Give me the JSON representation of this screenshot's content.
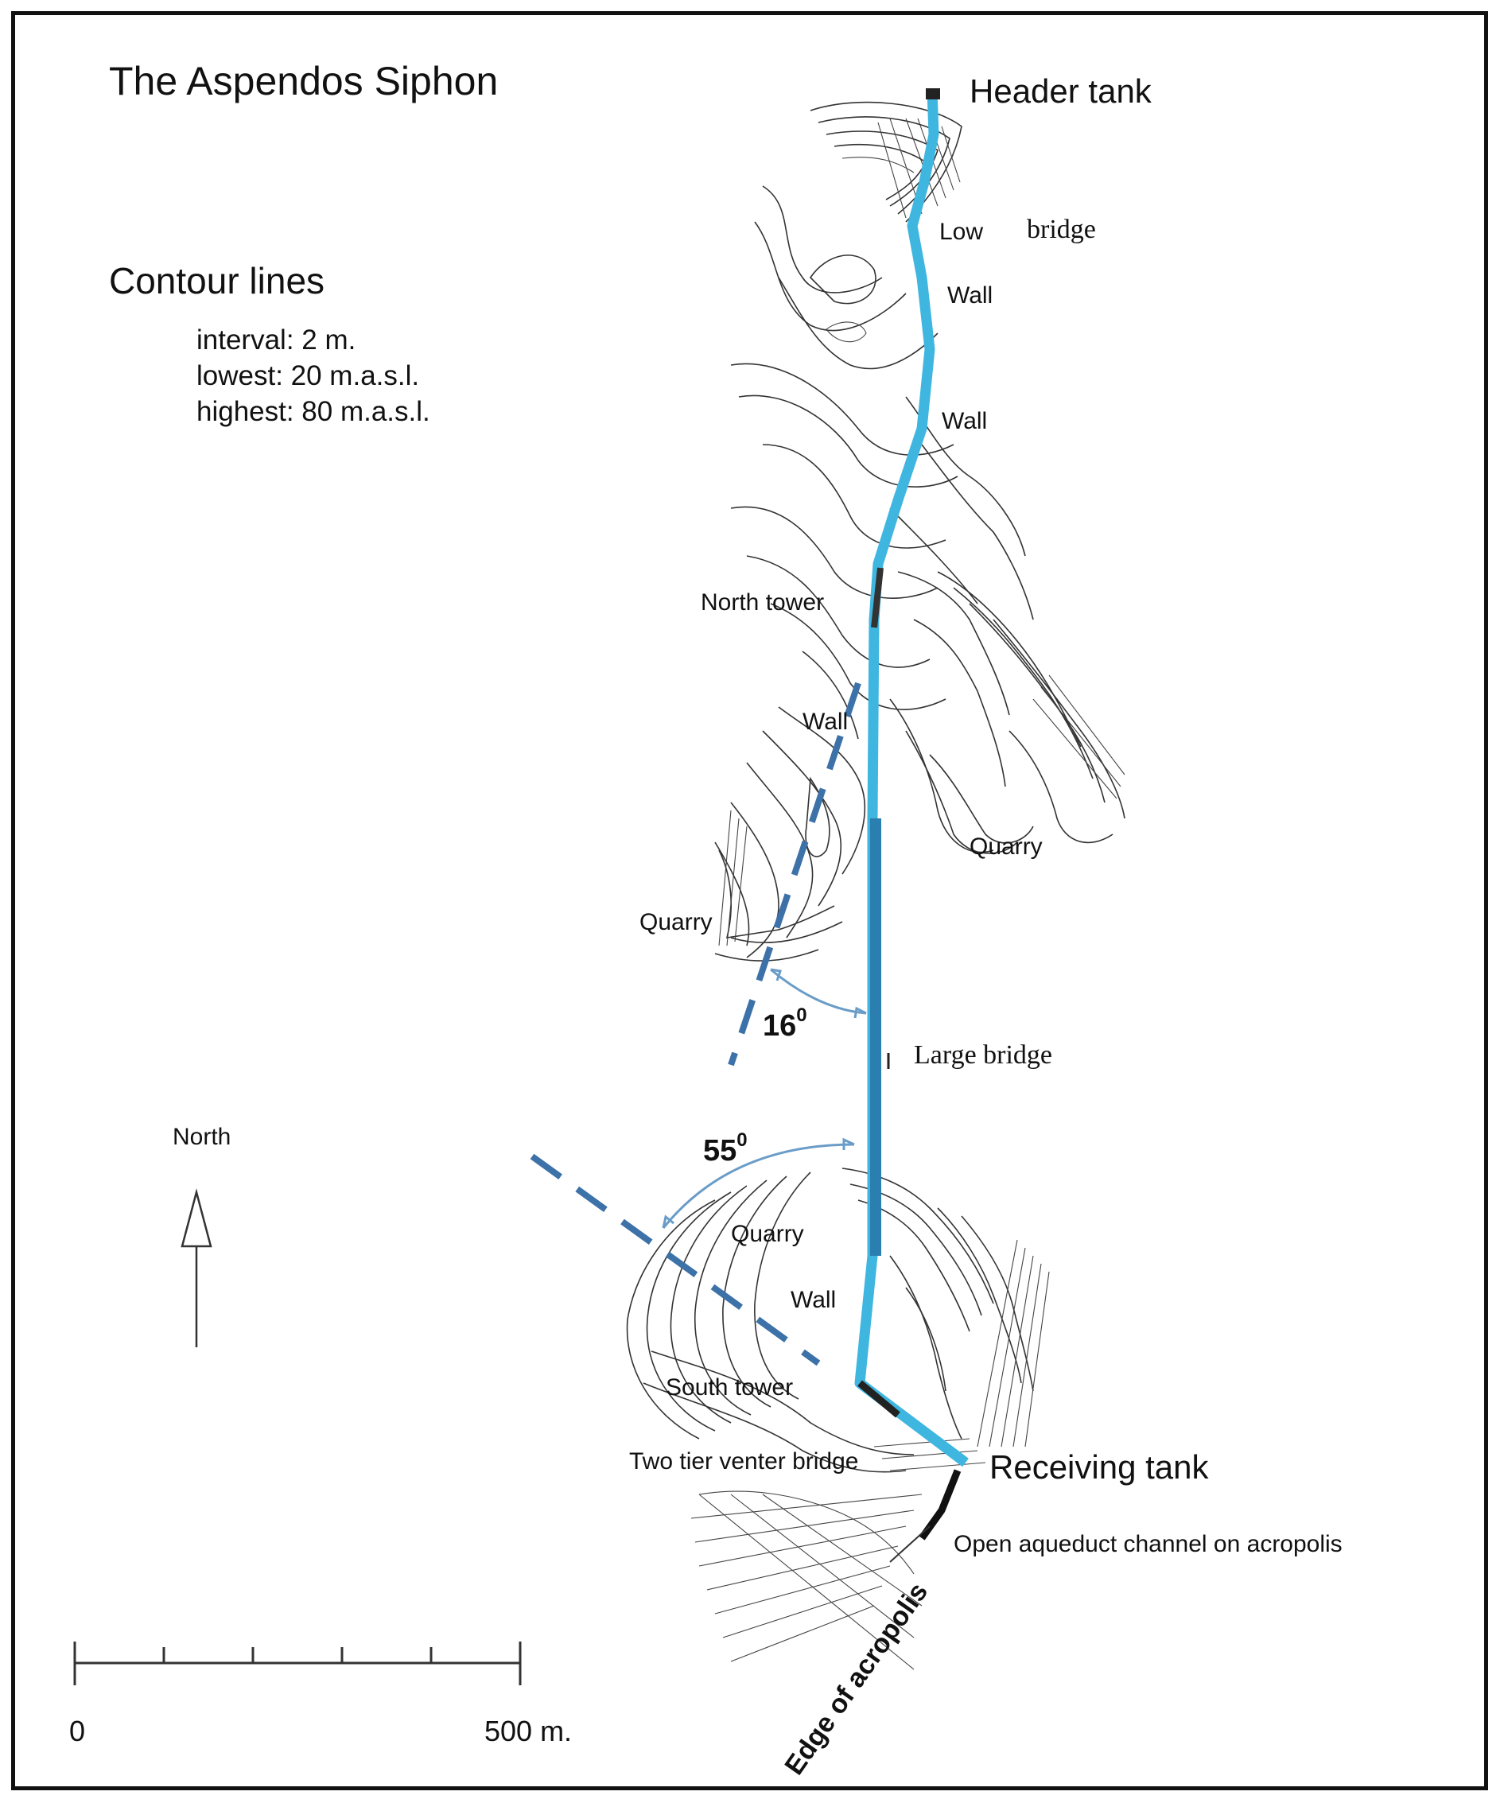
{
  "map": {
    "title": "The Aspendos Siphon",
    "legend": {
      "heading": "Contour lines",
      "interval": "interval: 2 m.",
      "lowest": "lowest:  20 m.a.s.l.",
      "highest": "highest: 80 m.a.s.l."
    },
    "north_label": "North",
    "scale": {
      "start_label": "0",
      "end_label": "500 m."
    },
    "angles": {
      "upper": "16",
      "lower": "55",
      "degree_mark": "0"
    },
    "labels": {
      "header_tank": "Header  tank",
      "low": "Low",
      "bridge": "bridge",
      "wall_1": "Wall",
      "wall_2": "Wall",
      "north_tower": "North tower",
      "wall_3": "Wall",
      "quarry_east": "Quarry",
      "quarry_west": "Quarry",
      "large_bridge": "Large bridge",
      "quarry_south": "Quarry",
      "wall_4": "Wall",
      "south_tower": "South tower",
      "two_tier": "Two tier venter bridge",
      "receiving_tank": "Receiving tank",
      "open_channel": "Open aqueduct channel on acropolis",
      "edge_acropolis": "Edge of acropolis"
    },
    "colors": {
      "siphon_light": "#3fb6e0",
      "siphon_dark": "#2a7fb0",
      "dashed_axis": "#3d72a8",
      "angle_arc": "#6a9cc8",
      "contour": "#333333"
    }
  }
}
